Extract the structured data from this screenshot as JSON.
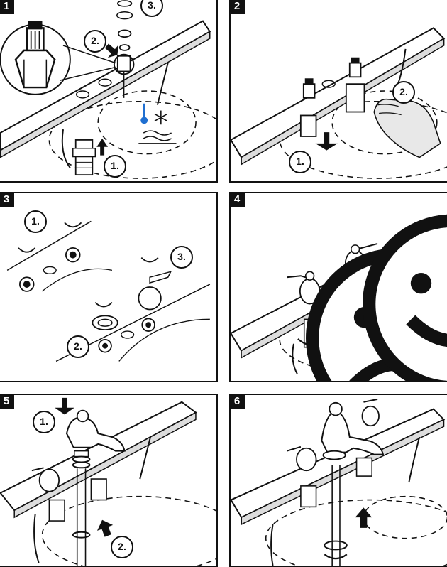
{
  "panels": [
    {
      "step": "1",
      "callouts": [
        "1.",
        "2.",
        "3."
      ]
    },
    {
      "step": "2",
      "callouts": [
        "1.",
        "2."
      ]
    },
    {
      "step": "3",
      "callouts": [
        "1.",
        "2.",
        "3."
      ]
    },
    {
      "step": "4",
      "callouts": []
    },
    {
      "step": "5",
      "callouts": [
        "1.",
        "2."
      ]
    },
    {
      "step": "6",
      "callouts": []
    }
  ],
  "colors": {
    "line": "#111111",
    "accent": "#1f6fd1",
    "background": "#ffffff"
  },
  "icons": [
    "cold-snowflake-icon",
    "thermometer-icon",
    "sad-face-icon",
    "happy-face-icon",
    "hand-icon",
    "rotate-arrow-icon",
    "push-arrow-icon"
  ]
}
